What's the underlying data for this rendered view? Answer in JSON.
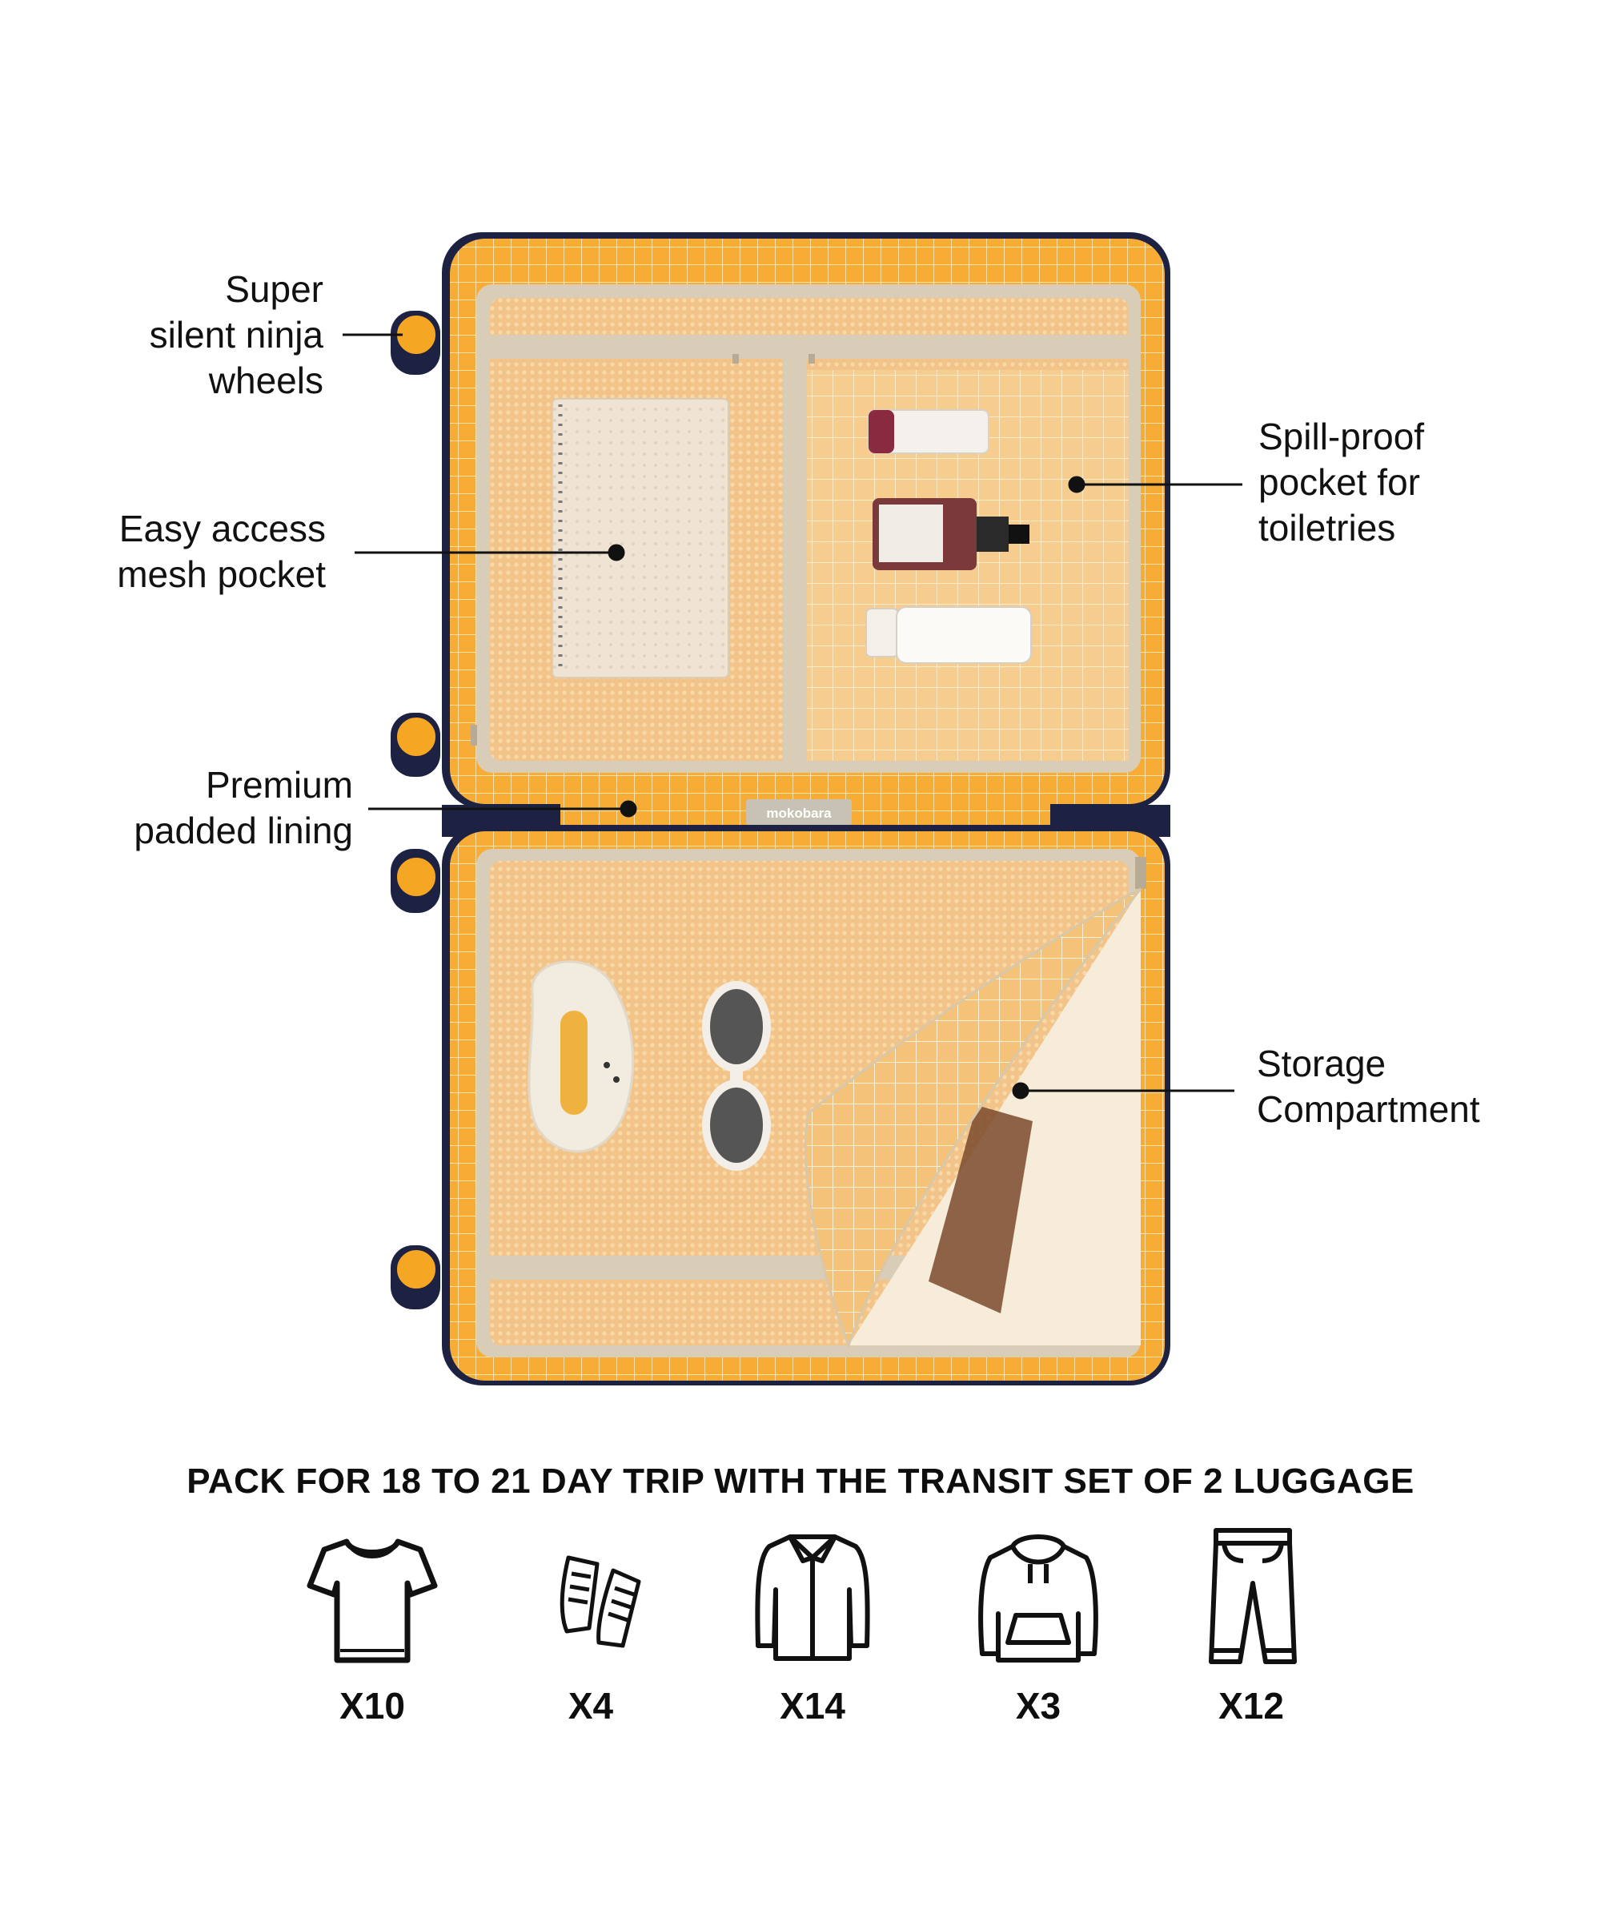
{
  "callouts": {
    "wheels": [
      "Super",
      "silent ninja",
      "wheels"
    ],
    "mesh_pocket": [
      "Easy access",
      "mesh pocket"
    ],
    "lining": [
      "Premium",
      "padded lining"
    ],
    "spill_pocket": [
      "Spill-proof",
      "pocket for",
      "toiletries"
    ],
    "storage": [
      "Storage",
      "Compartment"
    ]
  },
  "brand_tag": "mokobara",
  "headline": "PACK FOR 18 TO 21 DAY TRIP WITH THE TRANSIT SET OF 2 LUGGAGE",
  "packing_items": [
    {
      "icon": "tshirt-icon",
      "qty": "X10"
    },
    {
      "icon": "shoes-icon",
      "qty": "X4"
    },
    {
      "icon": "shirt-icon",
      "qty": "X14"
    },
    {
      "icon": "hoodie-icon",
      "qty": "X3"
    },
    {
      "icon": "pants-icon",
      "qty": "X12"
    }
  ],
  "colors": {
    "shell_navy": "#1d2243",
    "lining_orange": "#f7ad35",
    "mesh_tan": "#f2c98e",
    "wheel_orange": "#f5a623",
    "zipper_beige": "#d9cdb8"
  }
}
